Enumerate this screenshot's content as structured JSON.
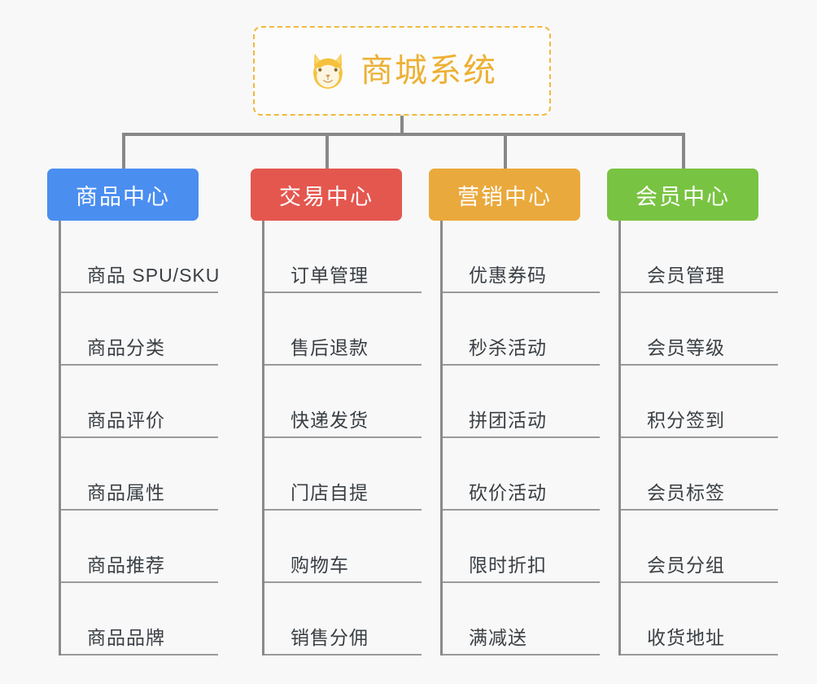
{
  "background_color": "#f8f8f8",
  "root": {
    "title": "商城系统",
    "icon": "shiba-dog-face-icon",
    "border_color": "#f0b93c",
    "text_color": "#edb034"
  },
  "connector_color": "#888888",
  "columns": [
    {
      "id": "product-center",
      "label": "商品中心",
      "color": "#4a8ef0",
      "items": [
        "商品 SPU/SKU",
        "商品分类",
        "商品评价",
        "商品属性",
        "商品推荐",
        "商品品牌"
      ]
    },
    {
      "id": "trade-center",
      "label": "交易中心",
      "color": "#e4574f",
      "items": [
        "订单管理",
        "售后退款",
        "快递发货",
        "门店自提",
        "购物车",
        "销售分佣"
      ]
    },
    {
      "id": "marketing-center",
      "label": "营销中心",
      "color": "#eaa93c",
      "items": [
        "优惠券码",
        "秒杀活动",
        "拼团活动",
        "砍价活动",
        "限时折扣",
        "满减送"
      ]
    },
    {
      "id": "member-center",
      "label": "会员中心",
      "color": "#79c342",
      "items": [
        "会员管理",
        "会员等级",
        "积分签到",
        "会员标签",
        "会员分组",
        "收货地址"
      ]
    }
  ]
}
